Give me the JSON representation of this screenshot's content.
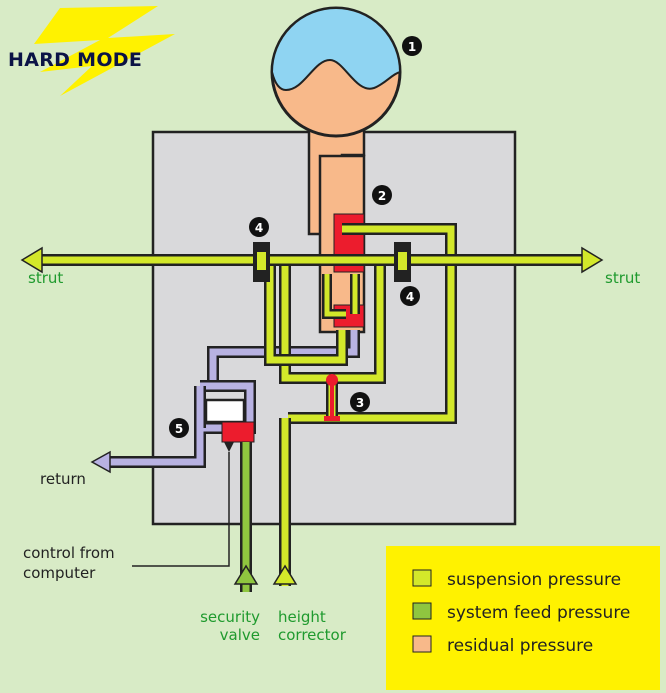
{
  "badge": {
    "text": "HARD MODE"
  },
  "labels": {
    "strut_left": "strut",
    "strut_right": "strut",
    "return": "return",
    "control_line1": "control from",
    "control_line2": "computer",
    "security_line1": "security",
    "security_line2": "valve",
    "height_line1": "height",
    "height_line2": "corrector"
  },
  "markers": [
    "1",
    "2",
    "3",
    "4",
    "4",
    "5"
  ],
  "legend": {
    "items": [
      {
        "label": "suspension pressure",
        "color": "#d3e82a"
      },
      {
        "label": "system feed pressure",
        "color": "#8fc63f"
      },
      {
        "label": "residual pressure",
        "color": "#f8b98a"
      }
    ]
  },
  "colors": {
    "background": "#d8ebc6",
    "housing": "#d9d9db",
    "suspension": "#d3e82a",
    "feed": "#8fc63f",
    "residual": "#f8b98a",
    "return_fluid": "#b8b2e2",
    "valve_red": "#ec1c2d",
    "legend_bg": "#fff200",
    "nitrogen": "#8fd4f2"
  }
}
